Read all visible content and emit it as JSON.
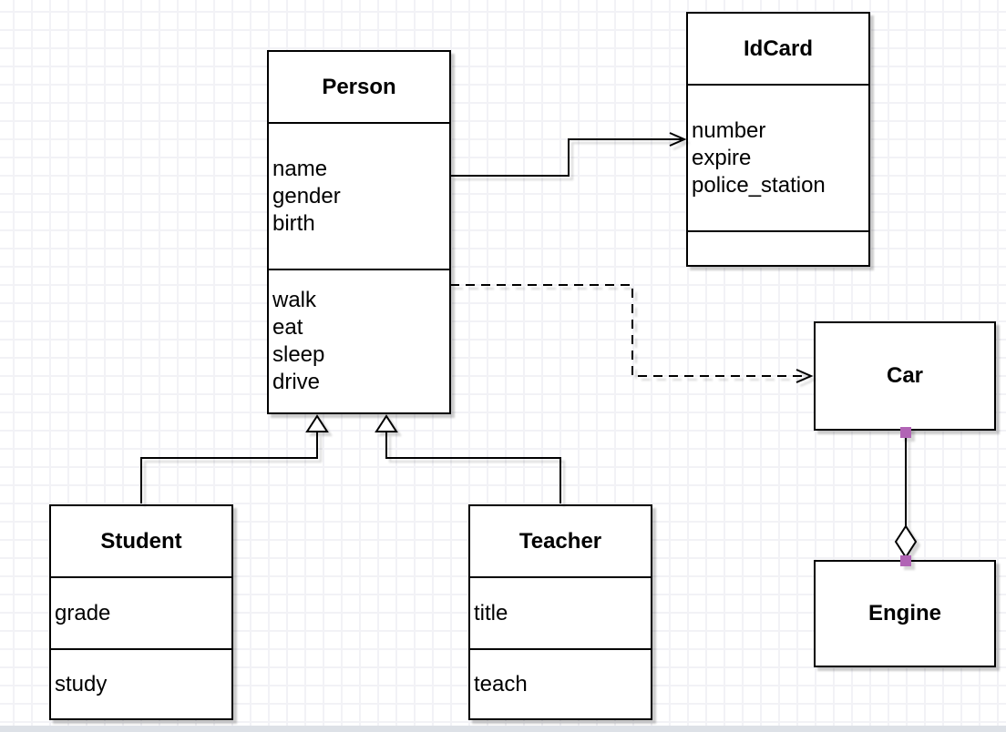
{
  "diagram_type": "uml-class-diagram",
  "canvas": {
    "background_color": "#ffffff",
    "grid_color": "#f2f2f6",
    "bottom_edge_color": "#dde1e7"
  },
  "colors": {
    "shape_border": "#000000",
    "shape_fill": "#ffffff",
    "connection_point_marker": "#b164b5"
  },
  "classes": {
    "person": {
      "title": "Person",
      "attributes": [
        "name",
        "gender",
        "birth"
      ],
      "methods": [
        "walk",
        "eat",
        "sleep",
        "drive"
      ]
    },
    "idcard": {
      "title": "IdCard",
      "attributes": [
        "number",
        "expire",
        "police_station"
      ],
      "methods": []
    },
    "car": {
      "title": "Car"
    },
    "engine": {
      "title": "Engine"
    },
    "student": {
      "title": "Student",
      "attributes": [
        "grade"
      ],
      "methods": [
        "study"
      ]
    },
    "teacher": {
      "title": "Teacher",
      "attributes": [
        "title"
      ],
      "methods": [
        "teach"
      ]
    }
  },
  "relationships": [
    {
      "from": "Person",
      "to": "IdCard",
      "type": "association",
      "line": "solid",
      "arrow": "open"
    },
    {
      "from": "Person",
      "to": "Car",
      "type": "dependency",
      "line": "dashed",
      "arrow": "open"
    },
    {
      "from": "Student",
      "to": "Person",
      "type": "generalization",
      "line": "solid",
      "arrow": "hollow-triangle"
    },
    {
      "from": "Teacher",
      "to": "Person",
      "type": "generalization",
      "line": "solid",
      "arrow": "hollow-triangle"
    },
    {
      "from": "Car",
      "to": "Engine",
      "type": "aggregation",
      "line": "solid",
      "arrow": "hollow-diamond"
    }
  ]
}
